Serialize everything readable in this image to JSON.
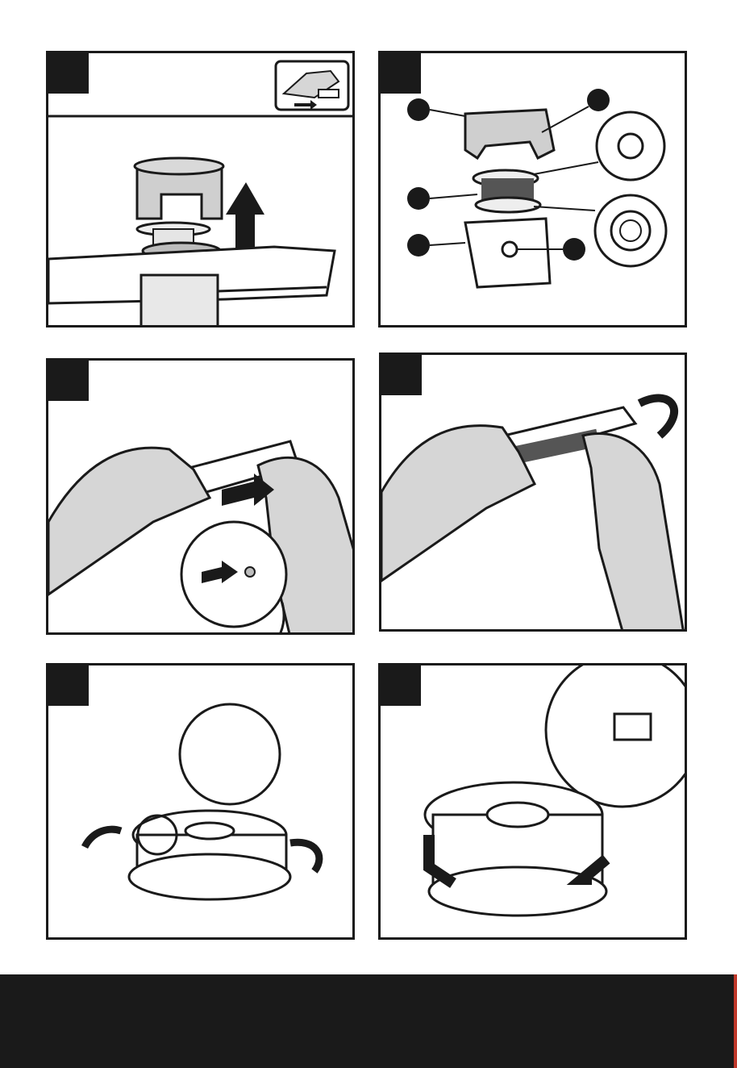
{
  "document": {
    "panels": [
      {
        "id": "panel-remove-cap",
        "step_label": ""
      },
      {
        "id": "panel-spool-parts",
        "step_label": ""
      },
      {
        "id": "panel-insert-line",
        "step_label": ""
      },
      {
        "id": "panel-wind-line",
        "step_label": ""
      },
      {
        "id": "panel-secure-line",
        "step_label": ""
      },
      {
        "id": "panel-fit-spool",
        "step_label": ""
      }
    ],
    "footer_text": ""
  },
  "colors": {
    "ink": "#1a1a1a",
    "skin": "#d6d6d6",
    "part": "#cfcfcf",
    "accent": "#c0392b"
  }
}
